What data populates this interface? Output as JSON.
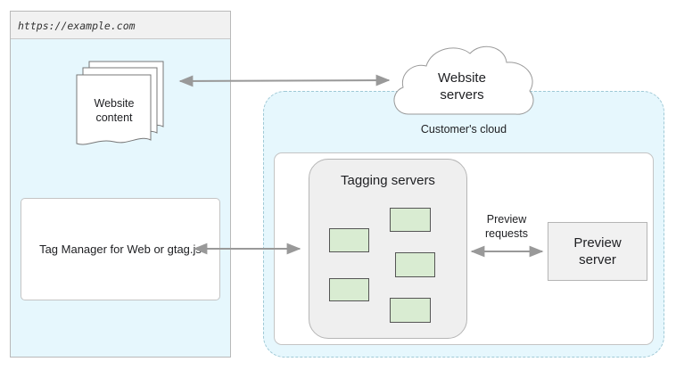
{
  "browser": {
    "url": "https://example.com"
  },
  "website_content": {
    "label": "Website\ncontent"
  },
  "tag_manager": {
    "label": "Tag Manager for Web or gtag.js"
  },
  "website_servers": {
    "label": "Website\nservers"
  },
  "customers_cloud": {
    "label": "Customer's cloud"
  },
  "tagging_servers": {
    "title": "Tagging servers"
  },
  "preview_requests": {
    "label": "Preview\nrequests"
  },
  "preview_server": {
    "label": "Preview\nserver"
  },
  "colors": {
    "cloud_region_fill": "#e6f7fd",
    "server_fill": "#d9ecd2",
    "arrow": "#999999",
    "box_border": "#c4c4c4"
  }
}
